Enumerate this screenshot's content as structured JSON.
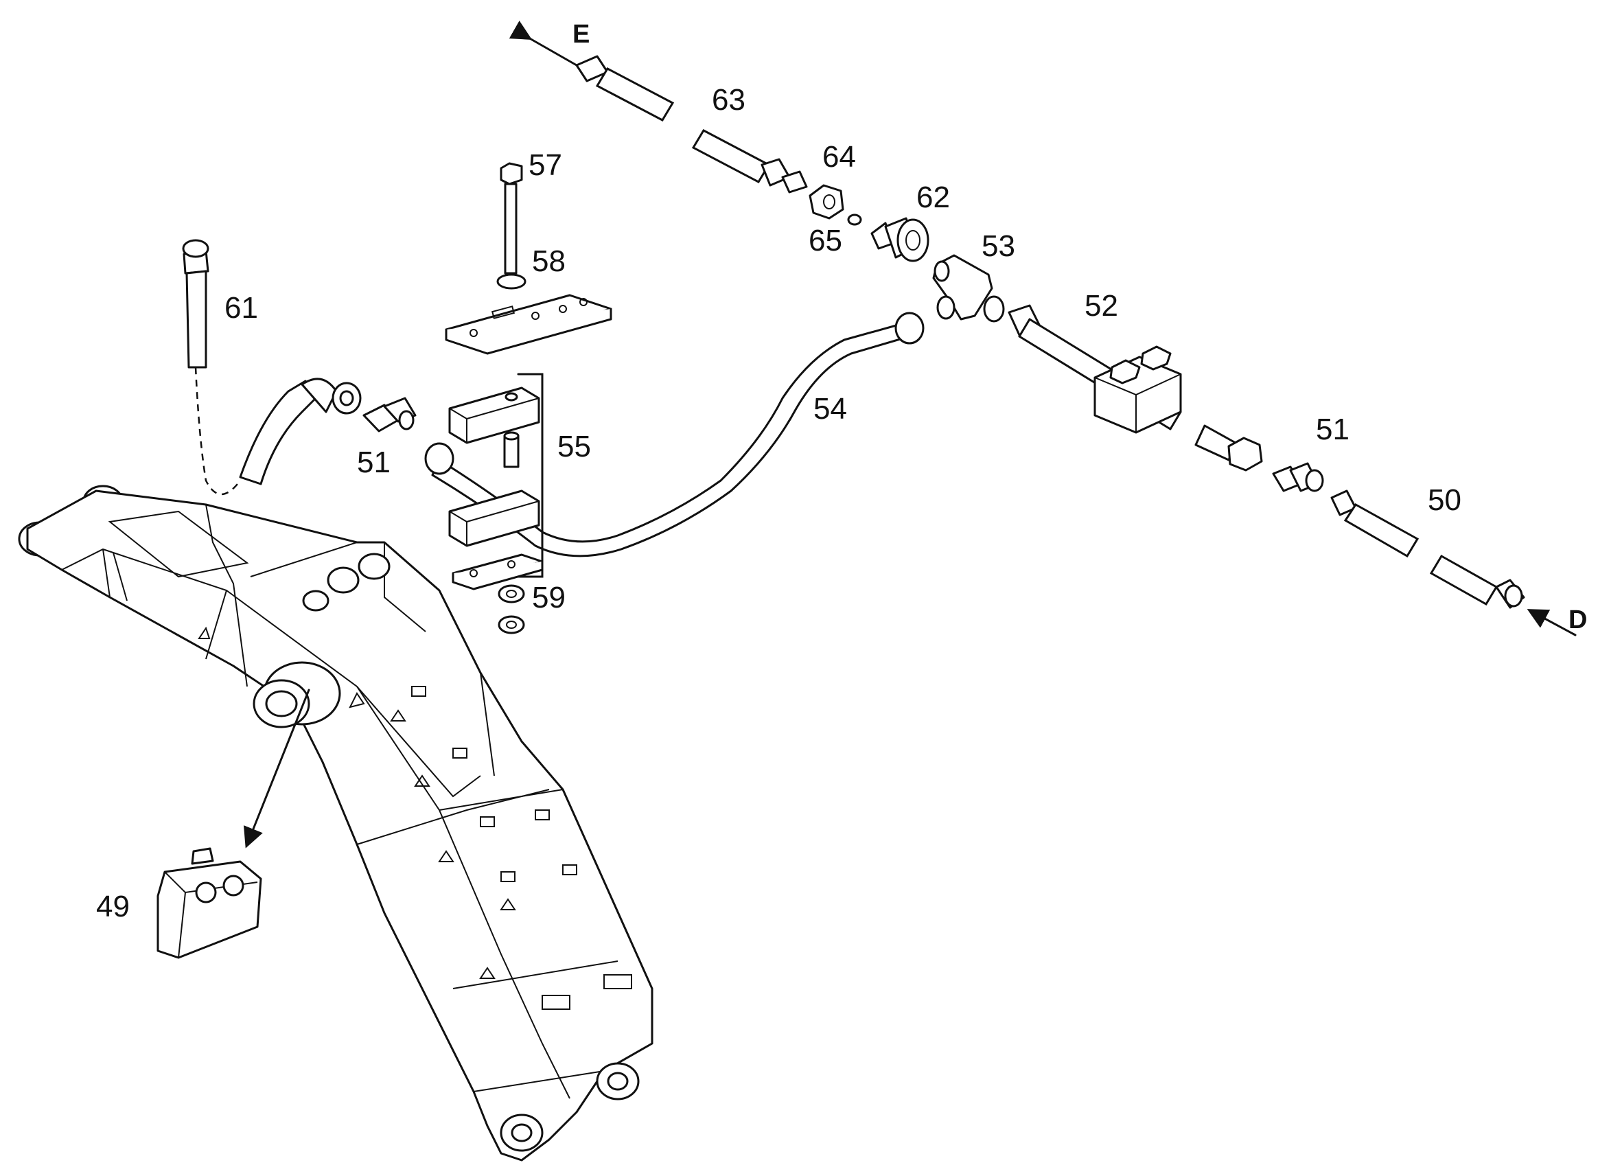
{
  "labels": {
    "p49": "49",
    "p50": "50",
    "p51a": "51",
    "p51b": "51",
    "p52": "52",
    "p53": "53",
    "p54": "54",
    "p55": "55",
    "p57": "57",
    "p58": "58",
    "p59": "59",
    "p61": "61",
    "p62": "62",
    "p63": "63",
    "p64": "64",
    "p65": "65",
    "dirE": "E",
    "dirD": "D"
  }
}
